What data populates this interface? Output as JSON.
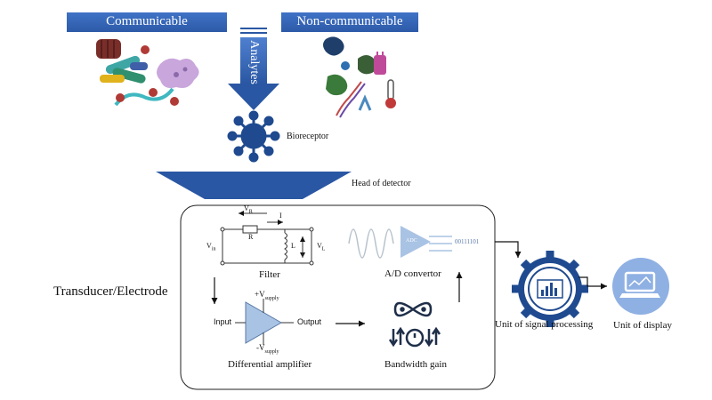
{
  "categories": {
    "communicable": "Communicable",
    "non_communicable": "Non-communicable"
  },
  "flow": {
    "analytes": "Analytes",
    "bioreceptor": "Bioreceptor",
    "head_of_detector": "Head of detector",
    "transducer": "Transducer/Electrode"
  },
  "filter": {
    "label": "Filter",
    "vr": "V",
    "vr_sub": "R",
    "current": "I",
    "resistor": "R",
    "inductor": "L",
    "vin": "V",
    "vin_sub": "in",
    "vl": "V",
    "vl_sub": "L"
  },
  "adc": {
    "label": "A/D convertor",
    "chip": "ADC",
    "bits": "00111101"
  },
  "amplifier": {
    "label": "Differential amplifier",
    "input": "Input",
    "output": "Output",
    "vplus": "+V",
    "vplus_sub": "supply",
    "vminus": "-V",
    "vminus_sub": "supply"
  },
  "bandwidth": {
    "label": "Bandwidth gain"
  },
  "units": {
    "signal_processing": "Unit of signal processing",
    "display": "Unit of display"
  },
  "colors": {
    "blue_dark": "#1f4a8f",
    "blue_mid": "#3f72c6",
    "blue_light": "#8fb0e3",
    "grey": "#9aa9b8"
  }
}
